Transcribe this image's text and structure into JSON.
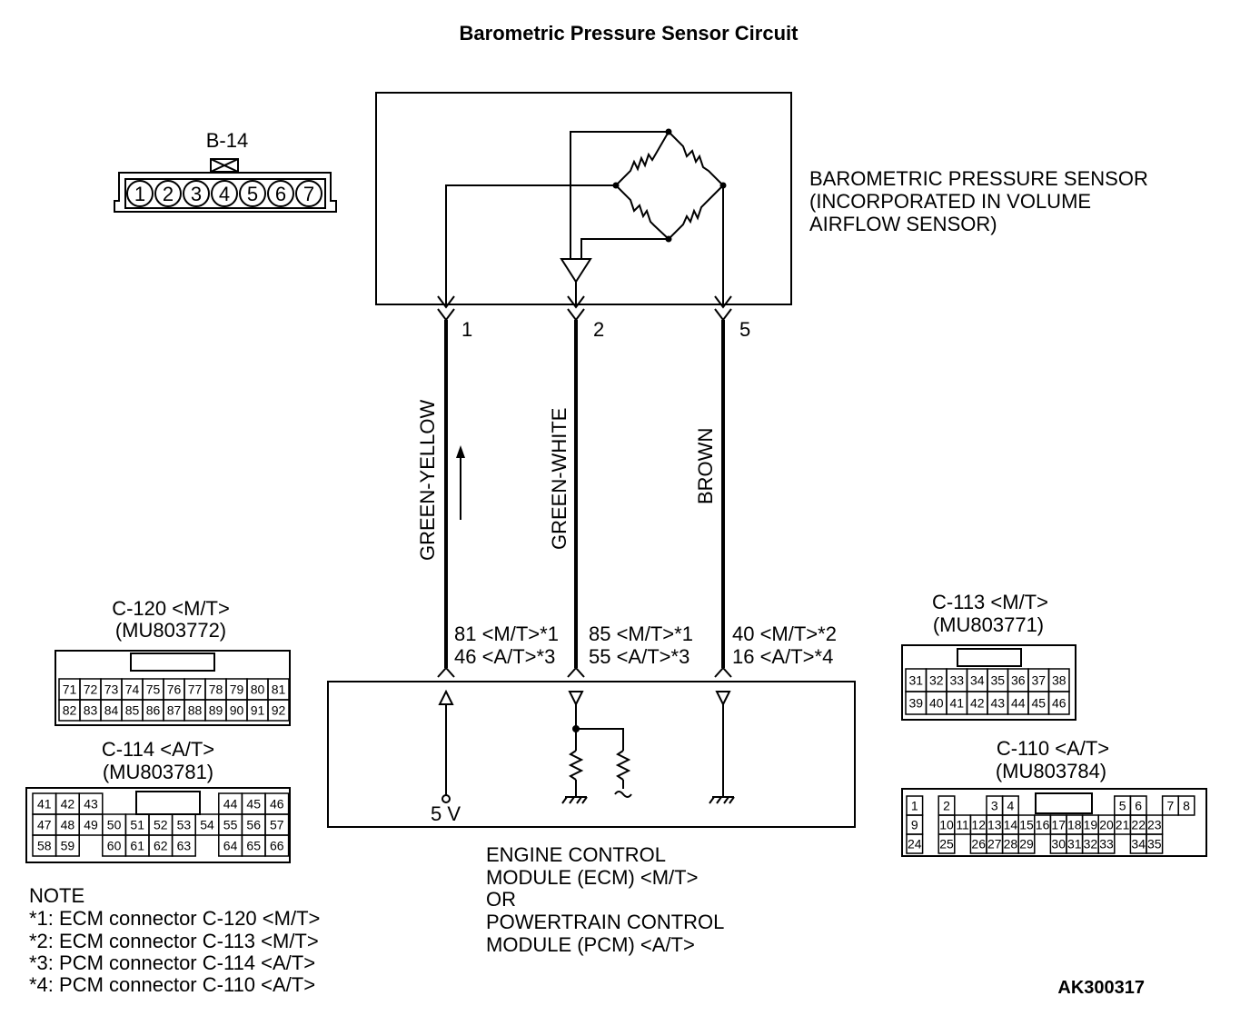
{
  "title": "Barometric Pressure Sensor Circuit",
  "figure_id": "AK300317",
  "sensor": {
    "connector": "B-14",
    "pins": [
      "1",
      "2",
      "3",
      "4",
      "5",
      "6",
      "7"
    ],
    "label_lines": [
      "BAROMETRIC PRESSURE SENSOR",
      "(INCORPORATED IN VOLUME",
      "AIRFLOW SENSOR)"
    ]
  },
  "wires": [
    {
      "sensor_pin": "1",
      "color": "GREEN-YELLOW",
      "ecm_lines": [
        "81 <M/T>*1",
        "46 <A/T>*3"
      ]
    },
    {
      "sensor_pin": "2",
      "color": "GREEN-WHITE",
      "ecm_lines": [
        "85 <M/T>*1",
        "55 <A/T>*3"
      ]
    },
    {
      "sensor_pin": "5",
      "color": "BROWN",
      "ecm_lines": [
        "40 <M/T>*2",
        "16 <A/T>*4"
      ]
    }
  ],
  "ecm": {
    "supply_label": "5 V",
    "label_lines": [
      "ENGINE CONTROL",
      "MODULE (ECM) <M/T>",
      "OR",
      "POWERTRAIN CONTROL",
      "MODULE (PCM) <A/T>"
    ]
  },
  "connectors": {
    "c120": {
      "name": "C-120 <M/T>",
      "part": "(MU803772)",
      "rows": [
        [
          "71",
          "72",
          "73",
          "74",
          "75",
          "76",
          "77",
          "78",
          "79",
          "80",
          "81"
        ],
        [
          "82",
          "83",
          "84",
          "85",
          "86",
          "87",
          "88",
          "89",
          "90",
          "91",
          "92"
        ]
      ]
    },
    "c114": {
      "name": "C-114 <A/T>",
      "part": "(MU803781)",
      "rows": [
        [
          "41",
          "42",
          "43",
          "",
          "",
          "",
          "",
          "",
          "44",
          "45",
          "46"
        ],
        [
          "47",
          "48",
          "49",
          "50",
          "51",
          "52",
          "53",
          "54",
          "55",
          "56",
          "57"
        ],
        [
          "58",
          "59",
          "",
          "60",
          "61",
          "62",
          "63",
          "",
          "64",
          "65",
          "66"
        ]
      ]
    },
    "c113": {
      "name": "C-113 <M/T>",
      "part": "(MU803771)",
      "rows": [
        [
          "31",
          "32",
          "33",
          "34",
          "35",
          "36",
          "37",
          "38"
        ],
        [
          "39",
          "40",
          "41",
          "42",
          "43",
          "44",
          "45",
          "46"
        ]
      ]
    },
    "c110": {
      "name": "C-110 <A/T>",
      "part": "(MU803784)",
      "rows": [
        [
          "1",
          "",
          "2",
          "",
          "",
          "3",
          "4",
          "",
          "",
          "",
          "",
          "",
          "",
          "5",
          "6",
          "",
          "7",
          "8"
        ],
        [
          "9",
          "",
          "10",
          "11",
          "12",
          "13",
          "14",
          "15",
          "16",
          "17",
          "18",
          "19",
          "20",
          "21",
          "22",
          "23",
          "",
          ""
        ],
        [
          "24",
          "",
          "25",
          "",
          "26",
          "27",
          "28",
          "29",
          "",
          "30",
          "31",
          "32",
          "33",
          "",
          "34",
          "35",
          "",
          ""
        ]
      ]
    }
  },
  "note": {
    "heading": "NOTE",
    "lines": [
      "*1: ECM connector C-120 <M/T>",
      "*2: ECM connector C-113 <M/T>",
      "*3: PCM connector C-114 <A/T>",
      "*4: PCM connector C-110 <A/T>"
    ]
  }
}
